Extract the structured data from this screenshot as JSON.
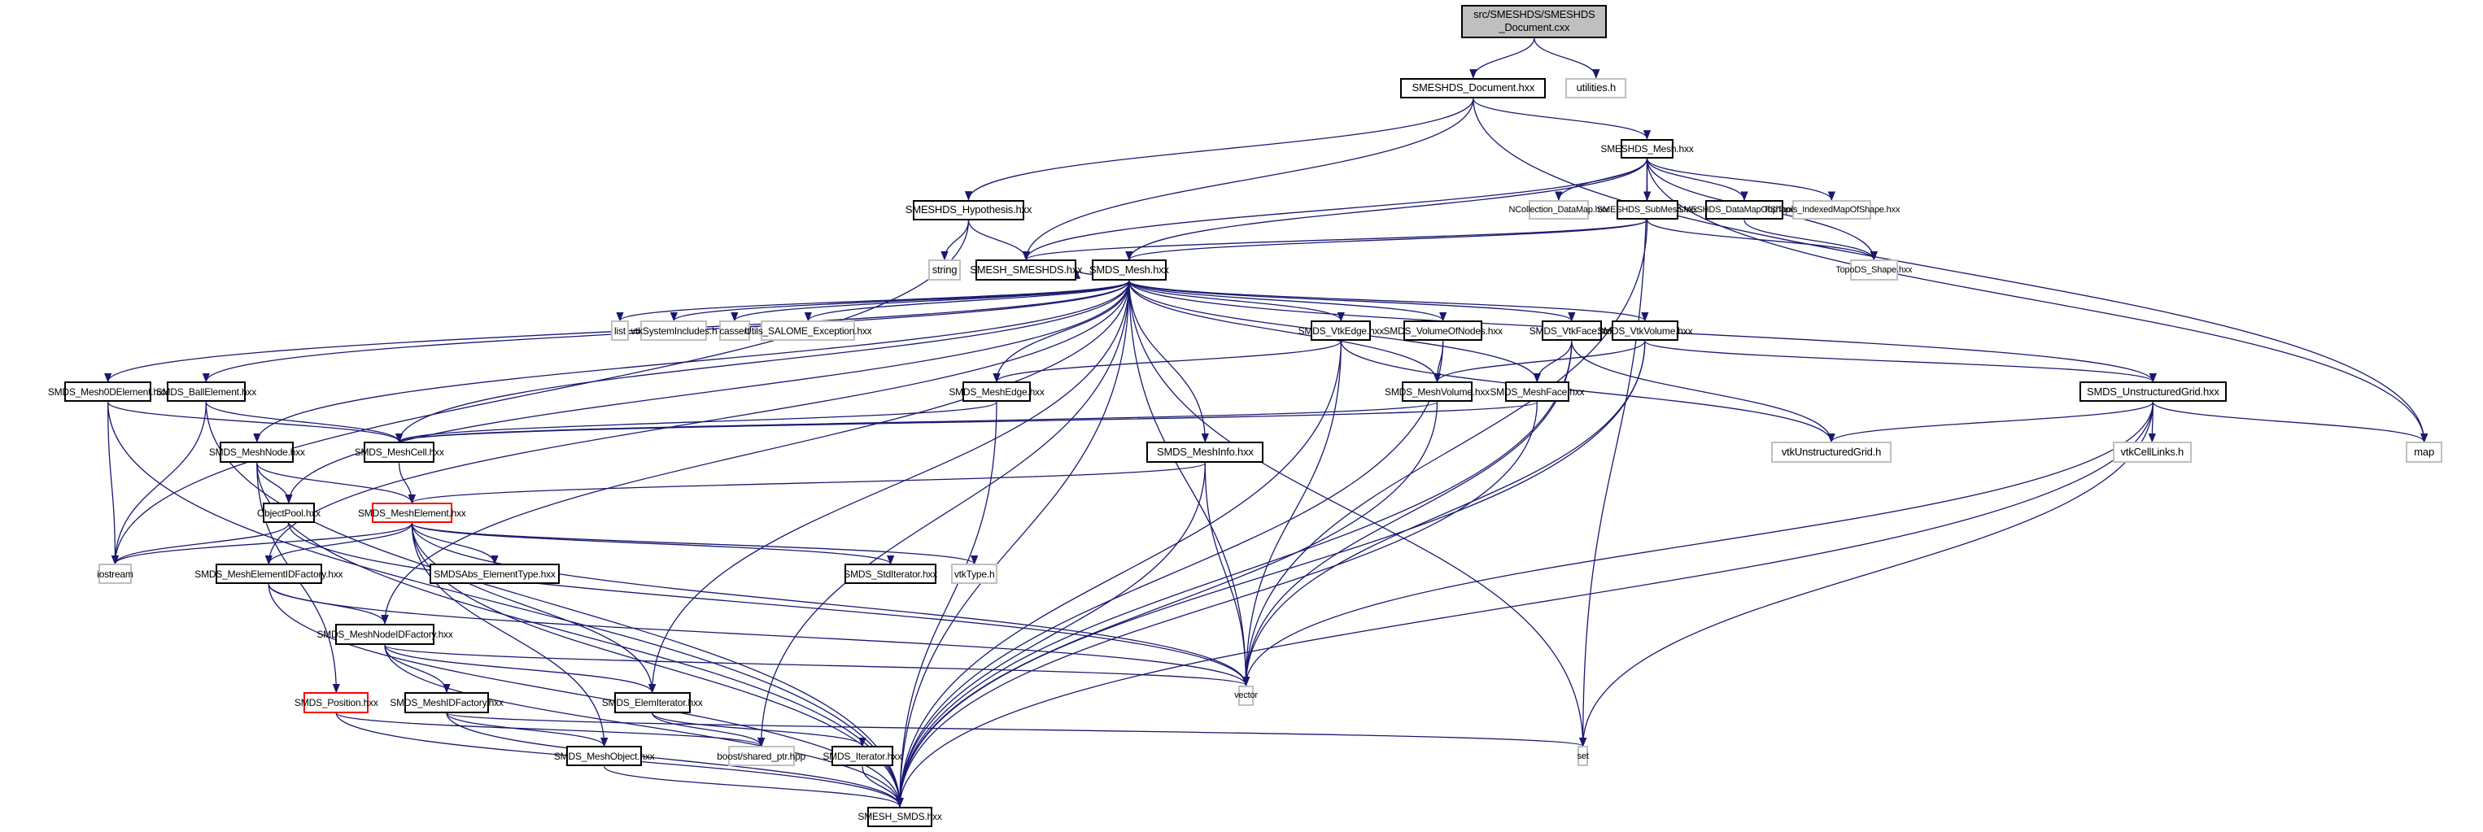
{
  "diagram": {
    "title": "Include dependency graph for SMESHDS_Document.cxx",
    "edge_color": "#191970",
    "nodes": [
      {
        "id": "root",
        "label": "src/SMESHDS/SMESHDS\n_Document.cxx",
        "kind": "root"
      },
      {
        "id": "doc_h",
        "label": "SMESHDS_Document.hxx",
        "kind": "internal"
      },
      {
        "id": "utilities",
        "label": "utilities.h",
        "kind": "external"
      },
      {
        "id": "smeshds_mesh",
        "label": "SMESHDS_Mesh.hxx",
        "kind": "internal"
      },
      {
        "id": "ncoll",
        "label": "NCollection_DataMap.hxx",
        "kind": "external"
      },
      {
        "id": "submesh",
        "label": "SMESHDS_SubMesh.hxx",
        "kind": "internal"
      },
      {
        "id": "datamapshape",
        "label": "SMESHDS_DataMapOfShape.hxx",
        "kind": "internal"
      },
      {
        "id": "toptools",
        "label": "TopTools_IndexedMapOfShape.hxx",
        "kind": "external"
      },
      {
        "id": "topods",
        "label": "TopoDS_Shape.hxx",
        "kind": "external"
      },
      {
        "id": "hypothesis",
        "label": "SMESHDS_Hypothesis.hxx",
        "kind": "internal"
      },
      {
        "id": "string",
        "label": "string",
        "kind": "external"
      },
      {
        "id": "smesh_smeshds",
        "label": "SMESH_SMESHDS.hxx",
        "kind": "internal"
      },
      {
        "id": "smds_mesh",
        "label": "SMDS_Mesh.hxx",
        "kind": "internal"
      },
      {
        "id": "list",
        "label": "list",
        "kind": "external"
      },
      {
        "id": "vtksys",
        "label": "vtkSystemIncludes.h",
        "kind": "external"
      },
      {
        "id": "cassert",
        "label": "cassert",
        "kind": "external"
      },
      {
        "id": "utils_exc",
        "label": "Utils_SALOME_Exception.hxx",
        "kind": "external"
      },
      {
        "id": "vtkedge",
        "label": "SMDS_VtkEdge.hxx",
        "kind": "internal"
      },
      {
        "id": "volnodes",
        "label": "SMDS_VolumeOfNodes.hxx",
        "kind": "internal"
      },
      {
        "id": "vtkface",
        "label": "SMDS_VtkFace.hxx",
        "kind": "internal"
      },
      {
        "id": "vtkvolume",
        "label": "SMDS_VtkVolume.hxx",
        "kind": "internal"
      },
      {
        "id": "mesh0d",
        "label": "SMDS_Mesh0DElement.hxx",
        "kind": "internal"
      },
      {
        "id": "ball",
        "label": "SMDS_BallElement.hxx",
        "kind": "internal"
      },
      {
        "id": "meshedge",
        "label": "SMDS_MeshEdge.hxx",
        "kind": "internal"
      },
      {
        "id": "meshvolume",
        "label": "SMDS_MeshVolume.hxx",
        "kind": "internal"
      },
      {
        "id": "meshface",
        "label": "SMDS_MeshFace.hxx",
        "kind": "internal"
      },
      {
        "id": "ugrid",
        "label": "SMDS_UnstructuredGrid.hxx",
        "kind": "internal"
      },
      {
        "id": "meshnode",
        "label": "SMDS_MeshNode.hxx",
        "kind": "internal"
      },
      {
        "id": "meshcell",
        "label": "SMDS_MeshCell.hxx",
        "kind": "internal"
      },
      {
        "id": "meshinfo",
        "label": "SMDS_MeshInfo.hxx",
        "kind": "internal"
      },
      {
        "id": "vtkugrid",
        "label": "vtkUnstructuredGrid.h",
        "kind": "external"
      },
      {
        "id": "vtkcelllinks",
        "label": "vtkCellLinks.h",
        "kind": "external"
      },
      {
        "id": "map",
        "label": "map",
        "kind": "external"
      },
      {
        "id": "objectpool",
        "label": "ObjectPool.hxx",
        "kind": "internal"
      },
      {
        "id": "meshelement",
        "label": "SMDS_MeshElement.hxx",
        "kind": "truncated"
      },
      {
        "id": "iostream",
        "label": "iostream",
        "kind": "external"
      },
      {
        "id": "elemidfactory",
        "label": "SMDS_MeshElementIDFactory.hxx",
        "kind": "internal"
      },
      {
        "id": "abstype",
        "label": "SMDSAbs_ElementType.hxx",
        "kind": "internal"
      },
      {
        "id": "stditer",
        "label": "SMDS_StdIterator.hxx",
        "kind": "internal"
      },
      {
        "id": "vtktype",
        "label": "vtkType.h",
        "kind": "external"
      },
      {
        "id": "nodeidfactory",
        "label": "SMDS_MeshNodeIDFactory.hxx",
        "kind": "internal"
      },
      {
        "id": "vector",
        "label": "vector",
        "kind": "external"
      },
      {
        "id": "position",
        "label": "SMDS_Position.hxx",
        "kind": "truncated"
      },
      {
        "id": "meshidfactory",
        "label": "SMDS_MeshIDFactory.hxx",
        "kind": "internal"
      },
      {
        "id": "elemiter",
        "label": "SMDS_ElemIterator.hxx",
        "kind": "internal"
      },
      {
        "id": "set",
        "label": "set",
        "kind": "external"
      },
      {
        "id": "meshobject",
        "label": "SMDS_MeshObject.hxx",
        "kind": "internal"
      },
      {
        "id": "shared_ptr",
        "label": "boost/shared_ptr.hpp",
        "kind": "external"
      },
      {
        "id": "iterator",
        "label": "SMDS_Iterator.hxx",
        "kind": "internal"
      },
      {
        "id": "smesh_smds",
        "label": "SMESH_SMDS.hxx",
        "kind": "internal"
      }
    ],
    "edges": [
      [
        "root",
        "doc_h"
      ],
      [
        "root",
        "utilities"
      ],
      [
        "doc_h",
        "smeshds_mesh"
      ],
      [
        "doc_h",
        "hypothesis"
      ],
      [
        "doc_h",
        "smesh_smeshds"
      ],
      [
        "doc_h",
        "map"
      ],
      [
        "smeshds_mesh",
        "smesh_smeshds"
      ],
      [
        "smeshds_mesh",
        "smds_mesh"
      ],
      [
        "smeshds_mesh",
        "ncoll"
      ],
      [
        "smeshds_mesh",
        "submesh"
      ],
      [
        "smeshds_mesh",
        "datamapshape"
      ],
      [
        "smeshds_mesh",
        "toptools"
      ],
      [
        "smeshds_mesh",
        "topods"
      ],
      [
        "smeshds_mesh",
        "map"
      ],
      [
        "smeshds_mesh",
        "set"
      ],
      [
        "submesh",
        "smesh_smeshds"
      ],
      [
        "submesh",
        "smds_mesh"
      ],
      [
        "submesh",
        "topods"
      ],
      [
        "submesh",
        "vector"
      ],
      [
        "datamapshape",
        "topods"
      ],
      [
        "hypothesis",
        "string"
      ],
      [
        "hypothesis",
        "smesh_smeshds"
      ],
      [
        "hypothesis",
        "iostream"
      ],
      [
        "smds_mesh",
        "smesh_smeshds"
      ],
      [
        "smds_mesh",
        "list"
      ],
      [
        "smds_mesh",
        "vtksys"
      ],
      [
        "smds_mesh",
        "cassert"
      ],
      [
        "smds_mesh",
        "utils_exc"
      ],
      [
        "smds_mesh",
        "vtkedge"
      ],
      [
        "smds_mesh",
        "volnodes"
      ],
      [
        "smds_mesh",
        "vtkface"
      ],
      [
        "smds_mesh",
        "vtkvolume"
      ],
      [
        "smds_mesh",
        "mesh0d"
      ],
      [
        "smds_mesh",
        "ball"
      ],
      [
        "smds_mesh",
        "meshedge"
      ],
      [
        "smds_mesh",
        "meshvolume"
      ],
      [
        "smds_mesh",
        "meshface"
      ],
      [
        "smds_mesh",
        "ugrid"
      ],
      [
        "smds_mesh",
        "meshnode"
      ],
      [
        "smds_mesh",
        "meshcell"
      ],
      [
        "smds_mesh",
        "meshinfo"
      ],
      [
        "smds_mesh",
        "objectpool"
      ],
      [
        "smds_mesh",
        "elemidfactory"
      ],
      [
        "smds_mesh",
        "nodeidfactory"
      ],
      [
        "smds_mesh",
        "elemiter"
      ],
      [
        "smds_mesh",
        "shared_ptr"
      ],
      [
        "smds_mesh",
        "vector"
      ],
      [
        "smds_mesh",
        "set"
      ],
      [
        "smds_mesh",
        "smesh_smds"
      ],
      [
        "vtkedge",
        "meshedge"
      ],
      [
        "vtkedge",
        "vtkugrid"
      ],
      [
        "vtkedge",
        "vector"
      ],
      [
        "vtkedge",
        "smesh_smds"
      ],
      [
        "volnodes",
        "meshvolume"
      ],
      [
        "volnodes",
        "smesh_smds"
      ],
      [
        "vtkface",
        "meshface"
      ],
      [
        "vtkface",
        "vtkugrid"
      ],
      [
        "vtkface",
        "vector"
      ],
      [
        "vtkface",
        "smesh_smds"
      ],
      [
        "vtkvolume",
        "meshvolume"
      ],
      [
        "vtkvolume",
        "ugrid"
      ],
      [
        "vtkvolume",
        "vector"
      ],
      [
        "vtkvolume",
        "smesh_smds"
      ],
      [
        "mesh0d",
        "meshcell"
      ],
      [
        "mesh0d",
        "iostream"
      ],
      [
        "mesh0d",
        "smesh_smds"
      ],
      [
        "ball",
        "meshcell"
      ],
      [
        "ball",
        "iostream"
      ],
      [
        "ball",
        "smesh_smds"
      ],
      [
        "meshedge",
        "meshcell"
      ],
      [
        "meshedge",
        "smesh_smds"
      ],
      [
        "meshvolume",
        "meshcell"
      ],
      [
        "meshvolume",
        "smesh_smds"
      ],
      [
        "meshface",
        "meshcell"
      ],
      [
        "meshface",
        "smesh_smds"
      ],
      [
        "ugrid",
        "vtkugrid"
      ],
      [
        "ugrid",
        "vtkcelllinks"
      ],
      [
        "ugrid",
        "map"
      ],
      [
        "ugrid",
        "set"
      ],
      [
        "ugrid",
        "vector"
      ],
      [
        "ugrid",
        "smesh_smds"
      ],
      [
        "meshnode",
        "objectpool"
      ],
      [
        "meshnode",
        "meshelement"
      ],
      [
        "meshnode",
        "position"
      ],
      [
        "meshnode",
        "smesh_smds"
      ],
      [
        "meshcell",
        "meshelement"
      ],
      [
        "meshinfo",
        "meshelement"
      ],
      [
        "meshinfo",
        "vector"
      ],
      [
        "meshinfo",
        "smesh_smds"
      ],
      [
        "objectpool",
        "iostream"
      ],
      [
        "objectpool",
        "vector"
      ],
      [
        "meshelement",
        "iostream"
      ],
      [
        "meshelement",
        "elemidfactory"
      ],
      [
        "meshelement",
        "abstype"
      ],
      [
        "meshelement",
        "stditer"
      ],
      [
        "meshelement",
        "vtktype"
      ],
      [
        "meshelement",
        "vector"
      ],
      [
        "meshelement",
        "elemiter"
      ],
      [
        "meshelement",
        "meshobject"
      ],
      [
        "meshelement",
        "smesh_smds"
      ],
      [
        "elemidfactory",
        "nodeidfactory"
      ],
      [
        "elemidfactory",
        "vector"
      ],
      [
        "elemidfactory",
        "smesh_smds"
      ],
      [
        "nodeidfactory",
        "meshidfactory"
      ],
      [
        "nodeidfactory",
        "elemiter"
      ],
      [
        "nodeidfactory",
        "vector"
      ],
      [
        "nodeidfactory",
        "smesh_smds"
      ],
      [
        "position",
        "shared_ptr"
      ],
      [
        "position",
        "smesh_smds"
      ],
      [
        "meshidfactory",
        "meshobject"
      ],
      [
        "meshidfactory",
        "set"
      ],
      [
        "meshidfactory",
        "smesh_smds"
      ],
      [
        "elemiter",
        "shared_ptr"
      ],
      [
        "elemiter",
        "iterator"
      ],
      [
        "meshobject",
        "smesh_smds"
      ],
      [
        "iterator",
        "smesh_smds"
      ]
    ]
  }
}
